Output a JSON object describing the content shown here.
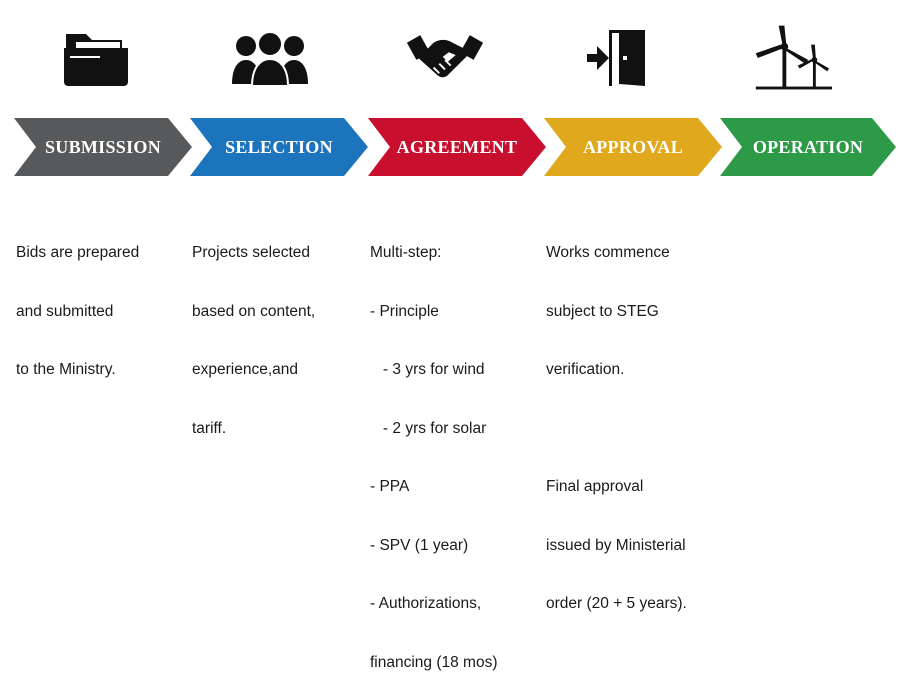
{
  "colors": {
    "submission": "#58595b",
    "selection": "#1c75bc",
    "agreement": "#c8102e",
    "approval": "#e0a81c",
    "operation": "#2d9a47"
  },
  "stages": [
    {
      "id": "submission",
      "icon": "folder-icon",
      "label": "SUBMISSION",
      "lines": [
        "Bids are prepared",
        "and submitted",
        "to the Ministry."
      ]
    },
    {
      "id": "selection",
      "icon": "people-group-icon",
      "label": "SELECTION",
      "lines": [
        "Projects selected",
        "based on content,",
        "experience,and",
        "tariff."
      ]
    },
    {
      "id": "agreement",
      "icon": "handshake-icon",
      "label": "AGREEMENT",
      "lines": [
        "Multi-step:",
        "- Principle",
        "   - 3 yrs for wind",
        "   - 2 yrs for solar",
        "- PPA",
        "- SPV (1 year)",
        "- Authorizations,",
        "financing (18 mos)"
      ]
    },
    {
      "id": "approval",
      "icon": "door-enter-icon",
      "label": "APPROVAL",
      "lines": [
        "Works commence",
        "subject to STEG",
        "verification.",
        "",
        "Final approval",
        "issued by Ministerial",
        "order (20 + 5 years)."
      ]
    },
    {
      "id": "operation",
      "icon": "wind-turbines-icon",
      "label": "OPERATION",
      "lines": []
    }
  ]
}
